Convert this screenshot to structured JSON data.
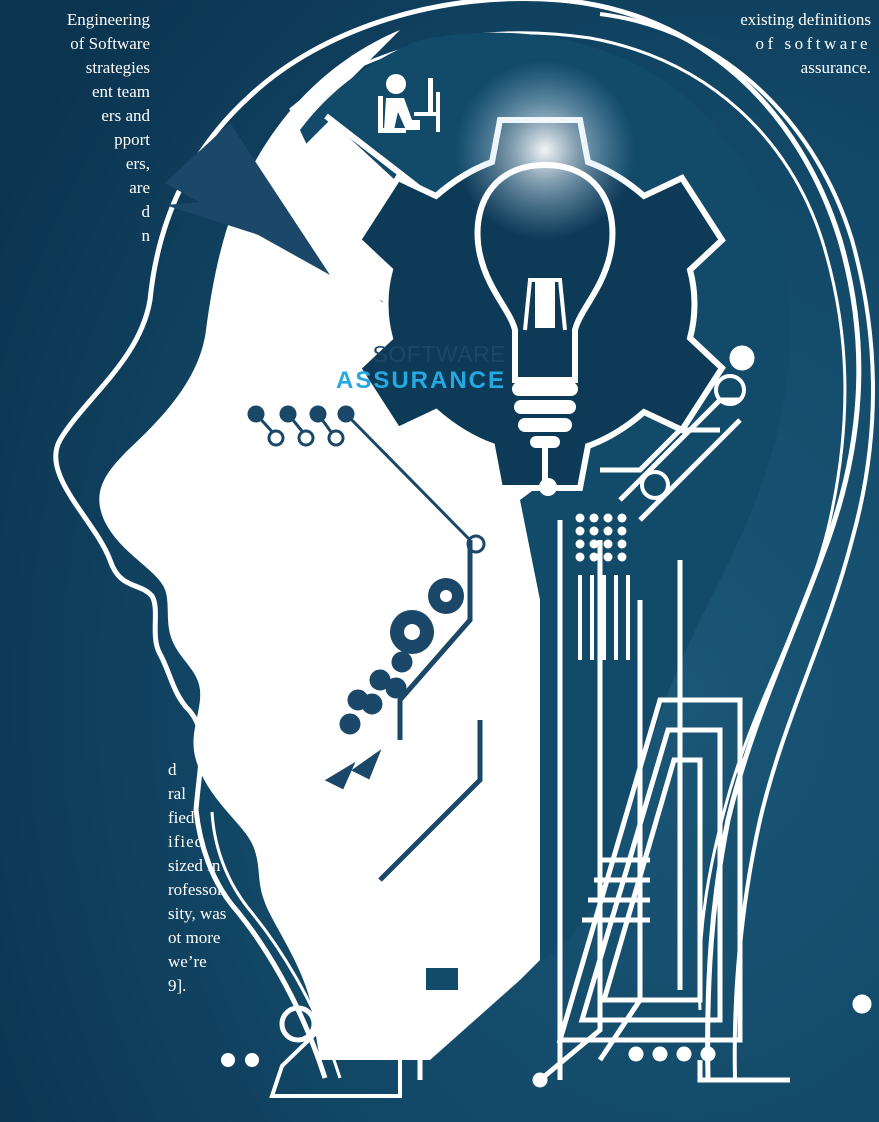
{
  "left_text_top": [
    "Engineering",
    "of Software",
    "strategies",
    "ent team",
    "ers and",
    "pport",
    "ers,",
    "are",
    "d",
    "",
    "",
    "n"
  ],
  "left_text_bottom": [
    "d",
    "ral",
    "fied",
    "ified",
    "",
    "sized in",
    "rofessor",
    "sity, was",
    "ot more",
    "we’re",
    "9]."
  ],
  "right_text": {
    "line1": "existing definitions",
    "line2": "of software",
    "line3": "assurance."
  },
  "logo": {
    "line1": "SOFTWARE",
    "line2": "ASSURANCE"
  },
  "icons": {
    "person": "person-at-desk-icon",
    "bulb": "lightbulb-icon",
    "gear": "gear-icon",
    "computer": "computer-icon"
  },
  "colors": {
    "background": "#0d3a57",
    "head": "#ffffff",
    "accent_blue": "#26a8e0",
    "dark_blue": "#1b4868"
  }
}
